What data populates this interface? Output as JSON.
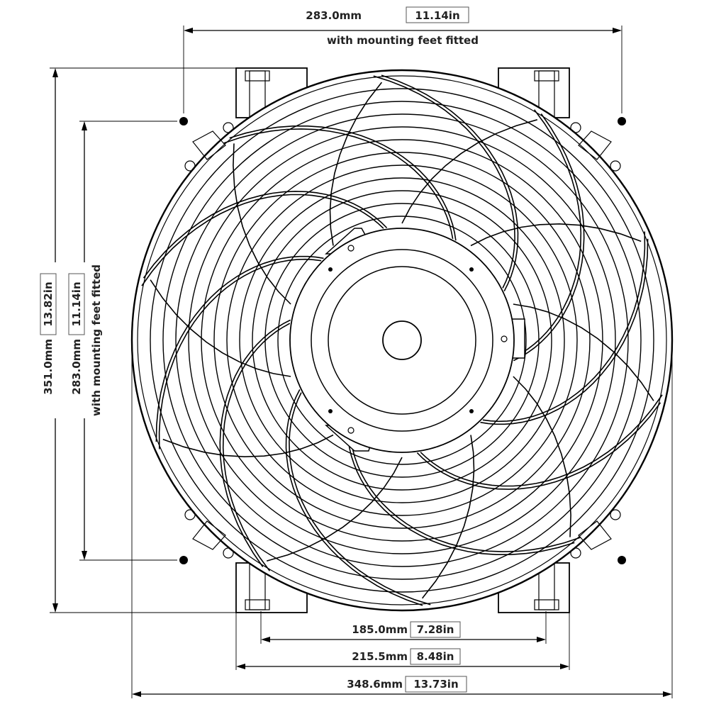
{
  "dimensions": {
    "top_width": {
      "mm": "283.0mm",
      "inch": "11.14in",
      "note": "with mounting feet fitted"
    },
    "left_height": {
      "mm": "351.0mm",
      "inch": "13.82in"
    },
    "inner_height": {
      "mm": "283.0mm",
      "inch": "11.14in",
      "note": "with mounting feet fitted"
    },
    "bottom_1": {
      "mm": "185.0mm",
      "inch": "7.28in"
    },
    "bottom_2": {
      "mm": "215.5mm",
      "inch": "8.48in"
    },
    "bottom_3": {
      "mm": "348.6mm",
      "inch": "13.73in"
    }
  },
  "components": {
    "shroud": "fan-shroud",
    "blades": 10,
    "motor": "motor-hub",
    "mounting_holes": 4
  }
}
